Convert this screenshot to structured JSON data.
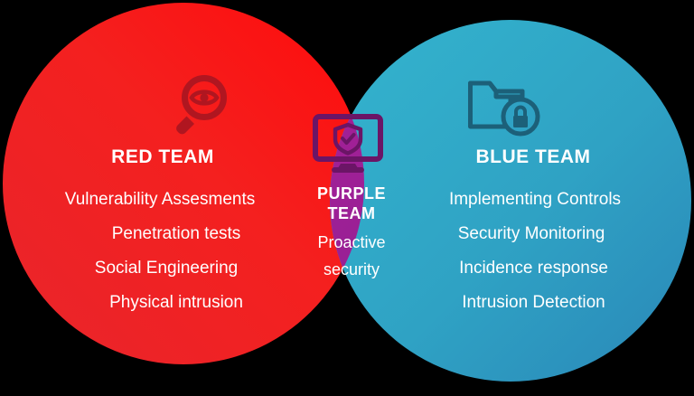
{
  "diagram": {
    "type": "venn-diagram",
    "title": "Red Team / Blue Team / Purple Team Venn Diagram",
    "background_color": "#000000",
    "sets": [
      {
        "id": "red",
        "name": "RED TEAM",
        "icon": "magnifier-eye-icon",
        "fill_start": "#F12229",
        "fill_end": "#FF0A0A",
        "icon_color": "#B01620",
        "items": [
          "Vulnerability Assesments",
          "Penetration tests",
          "Social Engineering",
          "Physical intrusion"
        ]
      },
      {
        "id": "blue",
        "name": "BLUE TEAM",
        "icon": "folder-lock-icon",
        "fill_start": "#33B4CE",
        "fill_end": "#2A87B8",
        "icon_color": "#1C6079",
        "items": [
          "Implementing Controls",
          "Security Monitoring",
          "Incidence response",
          "Intrusion Detection"
        ]
      }
    ],
    "intersection": {
      "id": "purple",
      "name_line_1": "PURPLE",
      "name_line_2": "TEAM",
      "icon": "monitor-shield-check-icon",
      "fill_start": "#A31F96",
      "fill_end": "#83218F",
      "icon_color": "#6B1566",
      "items": [
        "Proactive",
        "security"
      ]
    }
  }
}
